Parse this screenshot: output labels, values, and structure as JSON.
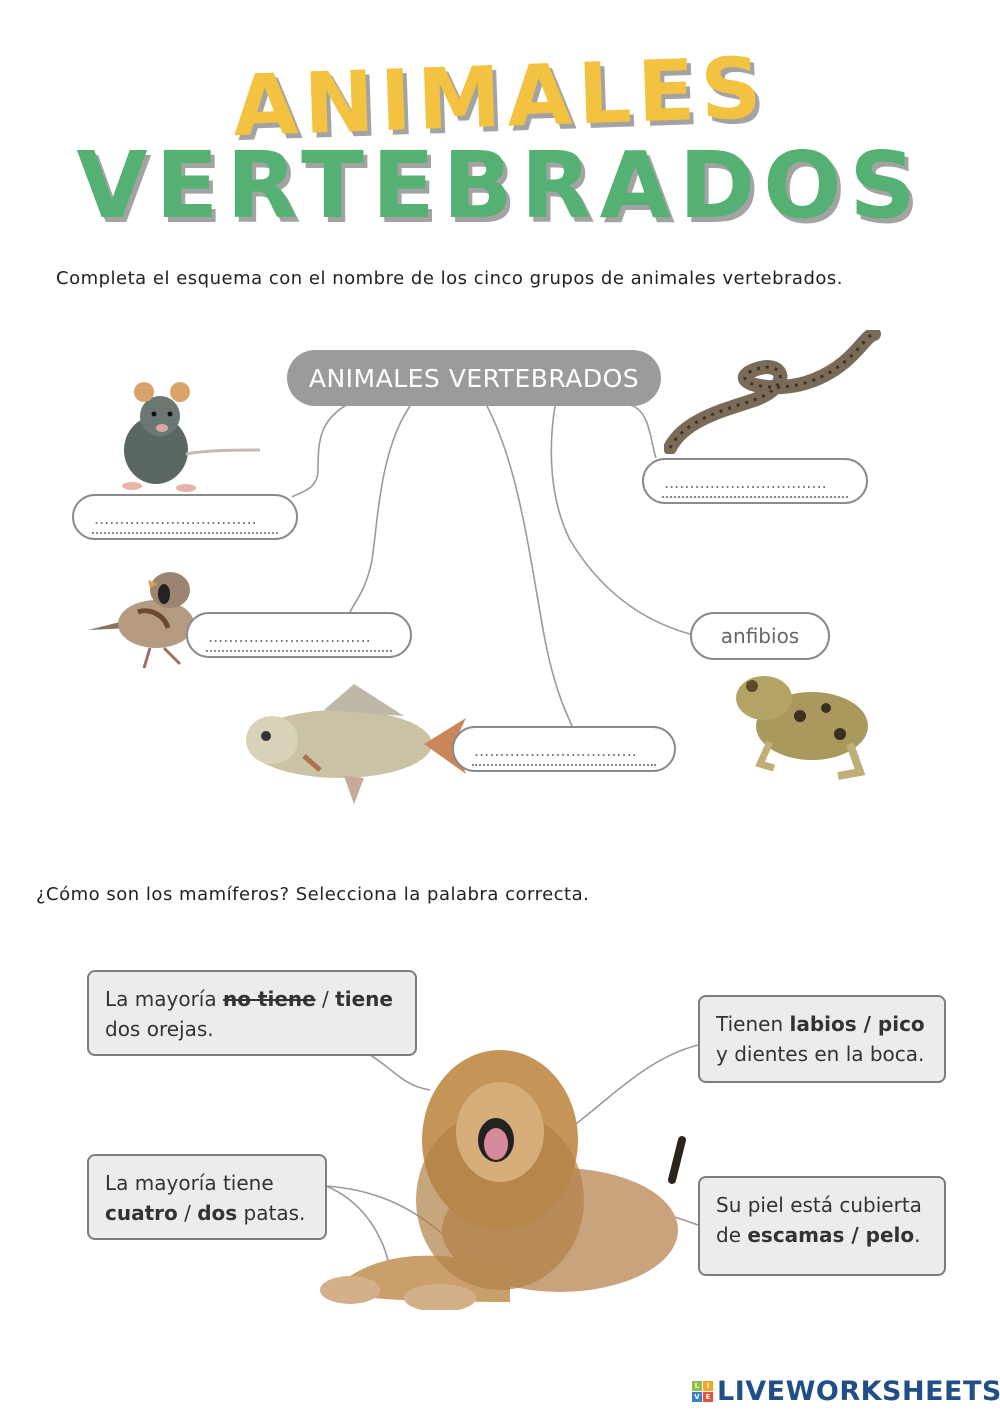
{
  "title": {
    "line1": "ANIMALES",
    "line2": "VERTEBRADOS",
    "line1_color": "#f2c240",
    "line2_color": "#55b073"
  },
  "section1": {
    "instruction": "Completa el esquema con el nombre de los cinco grupos de animales vertebrados.",
    "central_node": "ANIMALES VERTEBRADOS",
    "answer_placeholder": "................................",
    "given_label": "anfibios",
    "animals": [
      {
        "name": "rata",
        "icon": "rat-image",
        "answer": ""
      },
      {
        "name": "gorrión",
        "icon": "sparrow-image",
        "answer": ""
      },
      {
        "name": "pez",
        "icon": "fish-image",
        "answer": ""
      },
      {
        "name": "serpiente",
        "icon": "snake-image",
        "answer": ""
      },
      {
        "name": "rana",
        "icon": "frog-image",
        "answer": "anfibios"
      }
    ]
  },
  "section2": {
    "instruction": "¿Cómo son los mamíferos? Selecciona la palabra correcta.",
    "callouts": [
      {
        "prefix": "La mayoría ",
        "option_a": "no tiene",
        "sep": " / ",
        "option_b": "tiene",
        "suffix": " dos orejas.",
        "struck": "option_a"
      },
      {
        "prefix": "Tienen ",
        "option_a": "labios",
        "sep": " / ",
        "option_b": "pico",
        "suffix": " y dientes en la boca."
      },
      {
        "prefix": "La mayoría tiene ",
        "option_a": "cuatro",
        "sep": " / ",
        "option_b": "dos",
        "suffix": " patas."
      },
      {
        "prefix": "Su piel está cubierta de ",
        "option_a": "escamas",
        "sep": " / ",
        "option_b": "pelo",
        "suffix": "."
      }
    ],
    "image": "lion-image"
  },
  "footer": {
    "logo_text": "LIVEWORKSHEETS",
    "logo_letters": [
      "L",
      "I",
      "V",
      "E"
    ],
    "logo_colors": [
      "#8bc34a",
      "#f5a623",
      "#3b82c4",
      "#e94f3b"
    ]
  }
}
